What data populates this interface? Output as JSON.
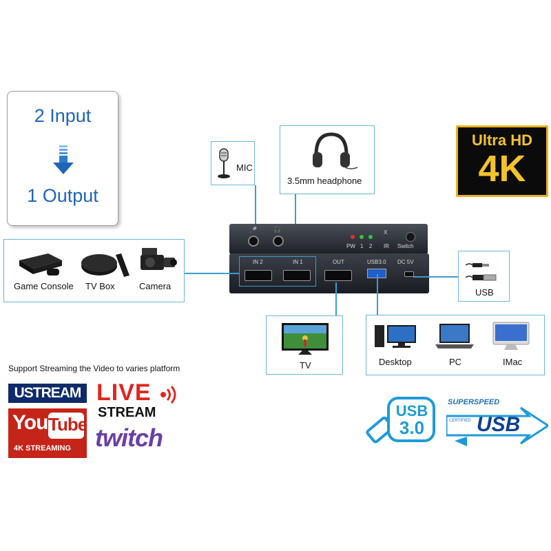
{
  "io_box": {
    "line1": "2 Input",
    "line2": "1 Output"
  },
  "mic": {
    "label": "MIC"
  },
  "headphone": {
    "label": "3.5mm headphone"
  },
  "uhd": {
    "top": "Ultra HD",
    "bottom": "4K"
  },
  "device": {
    "top_leds": [
      "PW",
      "1",
      "2"
    ],
    "ir": "IR",
    "switch": "Switch",
    "x_mark": "X",
    "ports": [
      "IN 2",
      "IN 1",
      "OUT",
      "USB3.0",
      "DC 5V"
    ]
  },
  "sources": [
    "Game Console",
    "TV Box",
    "Camera"
  ],
  "usb_cable": {
    "label": "USB"
  },
  "tv": {
    "label": "TV"
  },
  "computers": [
    "Desktop",
    "PC",
    "IMac"
  ],
  "streaming": {
    "caption": "Support Streaming the Video to varies platform",
    "ustream": "USTREAM",
    "youtube_you": "You",
    "youtube_tube": "Tube",
    "youtube_sub": "4K STREAMING",
    "live": "LIVE",
    "stream": "STREAM",
    "twitch": "twitch"
  },
  "usb30_badge": {
    "top": "USB",
    "bottom": "3.0"
  },
  "superspeed": {
    "top": "SUPERSPEED",
    "small": "CERTIFIED",
    "big": "USB"
  },
  "colors": {
    "accent_blue": "#3d9bd0",
    "io_text": "#1f65b8",
    "youtube_red": "#c52418",
    "twitch_purple": "#6b3fa6",
    "live_red": "#e0261f"
  }
}
